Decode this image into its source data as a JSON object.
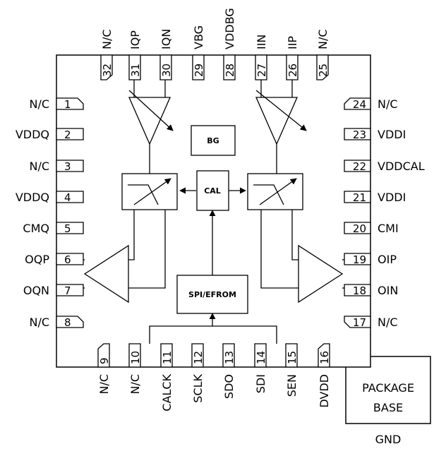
{
  "pins": {
    "left": [
      {
        "num": "1",
        "name": "N/C",
        "chamfer": true
      },
      {
        "num": "2",
        "name": "VDDQ"
      },
      {
        "num": "3",
        "name": "N/C"
      },
      {
        "num": "4",
        "name": "VDDQ"
      },
      {
        "num": "5",
        "name": "CMQ"
      },
      {
        "num": "6",
        "name": "OQP"
      },
      {
        "num": "7",
        "name": "OQN"
      },
      {
        "num": "8",
        "name": "N/C",
        "chamfer": true
      }
    ],
    "bottom": [
      {
        "num": "9",
        "name": "N/C",
        "chamfer": true
      },
      {
        "num": "10",
        "name": "N/C"
      },
      {
        "num": "11",
        "name": "CALCK"
      },
      {
        "num": "12",
        "name": "SCLK"
      },
      {
        "num": "13",
        "name": "SDO"
      },
      {
        "num": "14",
        "name": "SDI"
      },
      {
        "num": "15",
        "name": "SEN"
      },
      {
        "num": "16",
        "name": "DVDD",
        "chamfer": true
      }
    ],
    "right": [
      {
        "num": "17",
        "name": "N/C",
        "chamfer": true
      },
      {
        "num": "18",
        "name": "OIN"
      },
      {
        "num": "19",
        "name": "OIP"
      },
      {
        "num": "20",
        "name": "CMI"
      },
      {
        "num": "21",
        "name": "VDDI"
      },
      {
        "num": "22",
        "name": "VDDCAL"
      },
      {
        "num": "23",
        "name": "VDDI"
      },
      {
        "num": "24",
        "name": "N/C",
        "chamfer": true
      }
    ],
    "top": [
      {
        "num": "25",
        "name": "N/C",
        "chamfer": true
      },
      {
        "num": "26",
        "name": "IIP"
      },
      {
        "num": "27",
        "name": "IIN"
      },
      {
        "num": "28",
        "name": "VDDBG"
      },
      {
        "num": "29",
        "name": "VBG"
      },
      {
        "num": "30",
        "name": "IQN"
      },
      {
        "num": "31",
        "name": "IQP"
      },
      {
        "num": "32",
        "name": "N/C",
        "chamfer": true
      }
    ]
  },
  "blocks": {
    "bg": "BG",
    "cal": "CAL",
    "spi": "SPI/EFROM"
  },
  "package": {
    "line1": "PACKAGE",
    "line2": "BASE",
    "gnd": "GND"
  }
}
